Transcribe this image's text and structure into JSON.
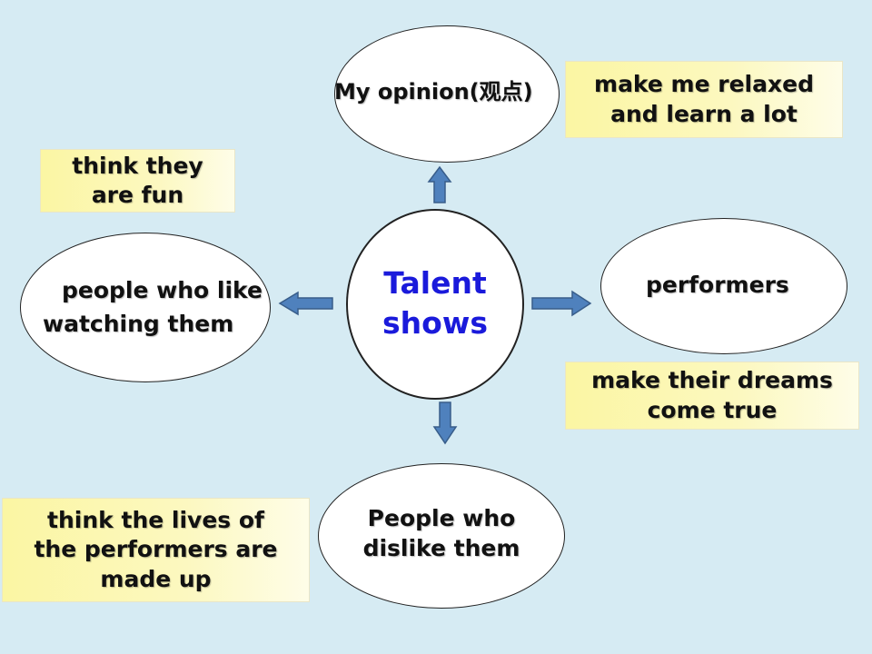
{
  "center": {
    "line1": "Talent",
    "line2": "shows"
  },
  "nodes": {
    "top": "My opinion(观点)",
    "right": "performers",
    "left_line1": "people who like",
    "left_line2": "watching them",
    "bottom_line1": "People who",
    "bottom_line2": "dislike them"
  },
  "notes": {
    "top_right": "make me relaxed\nand learn a lot",
    "right": "make their dreams\ncome true",
    "left": "think they\nare fun",
    "bottom_left": "think the lives of\nthe performers are\nmade up"
  },
  "colors": {
    "background": "#d6ebf3",
    "center_text": "#1a1adb",
    "arrow_fill": "#4f81bd",
    "arrow_stroke": "#385d8a",
    "note_fill": "#fbf6a3"
  }
}
